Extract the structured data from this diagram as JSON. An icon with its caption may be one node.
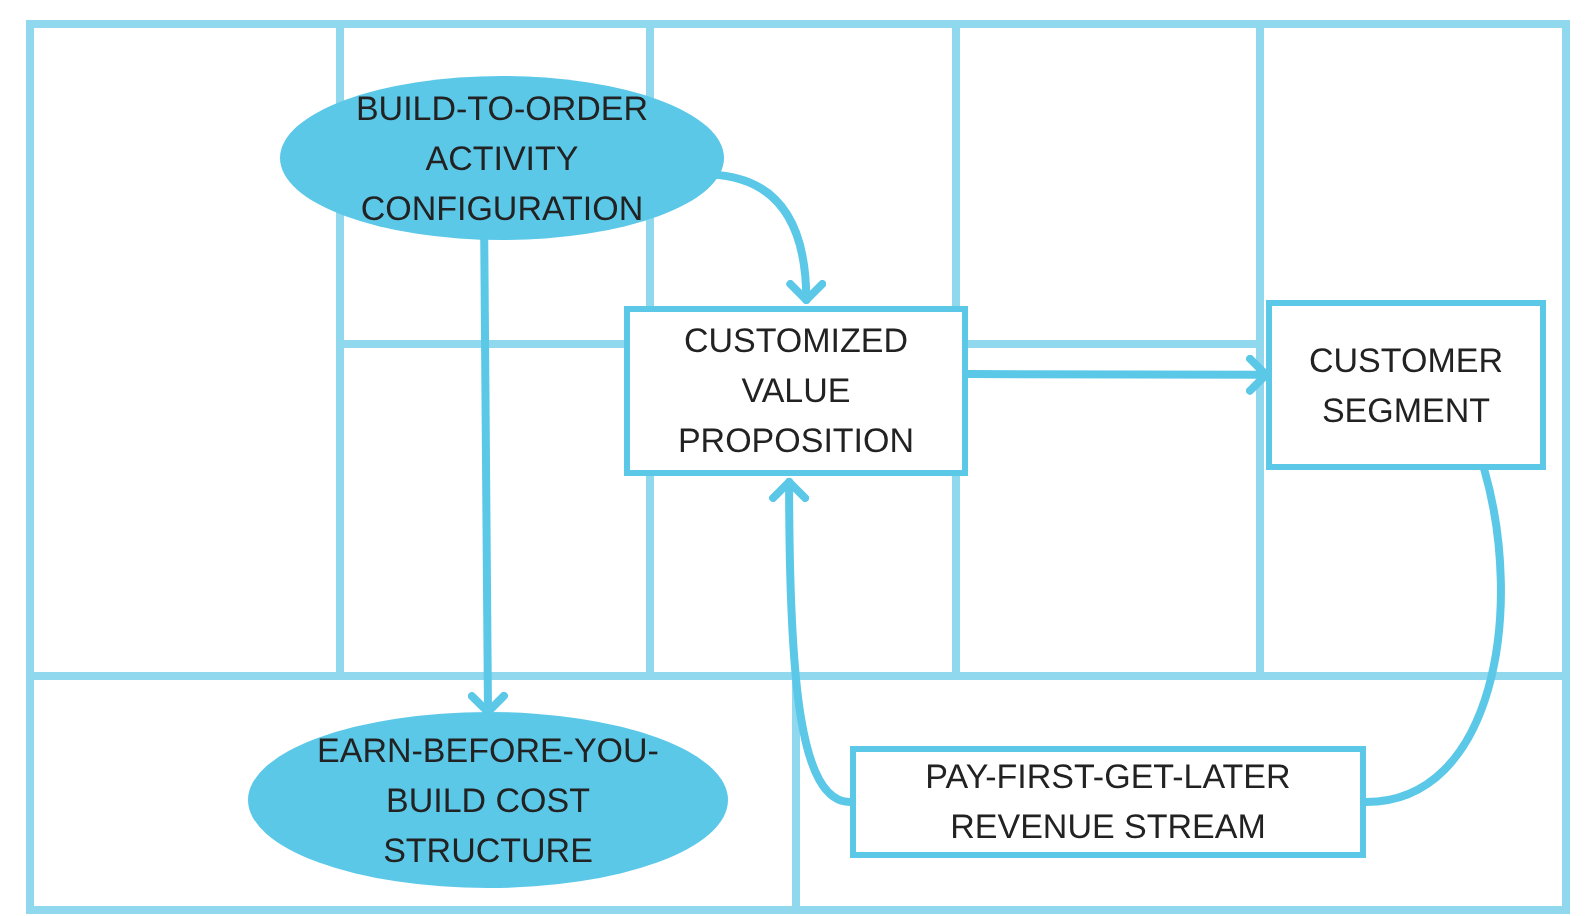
{
  "diagram": {
    "nodes": [
      {
        "text": [
          "BUILD-TO-ORDER ACTIVITY CONFIGURATION"
        ]
      },
      {
        "text": [
          "CUSTOMIZED VALUE PROPOSITION"
        ]
      },
      {
        "text": [
          "CUSTOMER SEGMENT"
        ]
      },
      {
        "text": [
          "EARN-BEFORE-YOU-BUILD COST STRUCTURE"
        ]
      },
      {
        "text": [
          "PAY-FIRST-GET-LATER REVENUE STREAM"
        ]
      }
    ],
    "edges": [
      {
        "from": 0,
        "to": 1,
        "arrow": "to"
      },
      {
        "from": 0,
        "to": 3,
        "arrow": "to"
      },
      {
        "from": 1,
        "to": 2,
        "arrow": "to"
      },
      {
        "from": 2,
        "to": 4,
        "arrow": "none"
      },
      {
        "from": 4,
        "to": 1,
        "arrow": "to"
      }
    ]
  }
}
